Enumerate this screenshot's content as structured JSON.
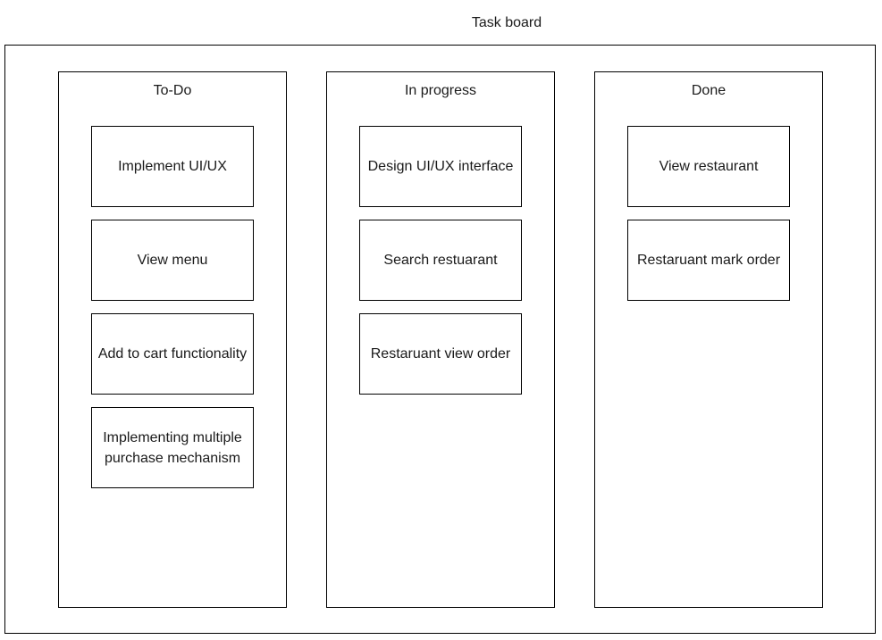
{
  "board": {
    "title": "Task board",
    "columns": [
      {
        "title": "To-Do",
        "cards": [
          "Implement UI/UX",
          "View menu",
          "Add to cart functionality",
          "Implementing multiple purchase mechanism"
        ]
      },
      {
        "title": "In progress",
        "cards": [
          "Design UI/UX interface",
          "Search restuarant",
          "Restaruant view order"
        ]
      },
      {
        "title": "Done",
        "cards": [
          "View restaurant",
          "Restaruant mark order"
        ]
      }
    ]
  }
}
